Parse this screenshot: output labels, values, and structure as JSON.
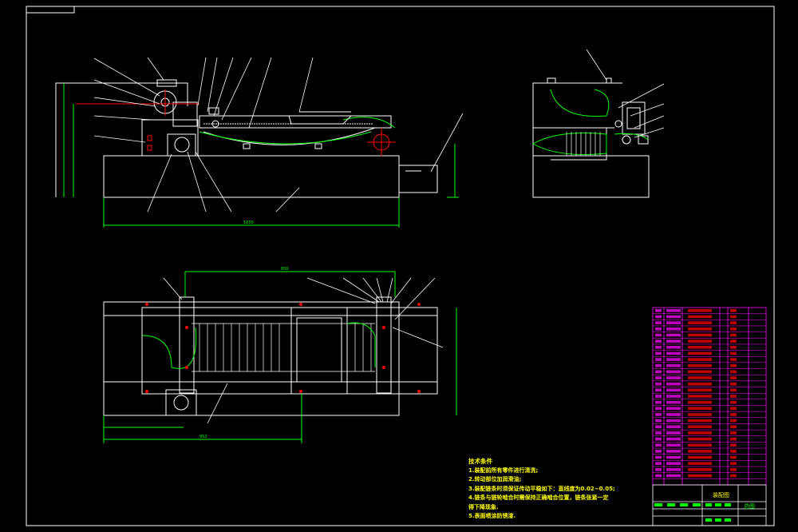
{
  "drawing": {
    "assembly_title": "装配图",
    "block_name": "总图"
  },
  "technical_notes": {
    "title": "技术条件",
    "items": [
      "1.装配前所有零件进行清洗;",
      "2.转动部位加润滑油;",
      "3.装配链条时须保证传动平稳如下：直线度为0.02~0.05;",
      "4.链条与链轮啮合时需保持正确啮合位置，链条张紧一定",
      "得下降现象.",
      "5.表面喷涂防锈漆."
    ]
  },
  "dimensions": {
    "front_total_length": "1650",
    "plan_center_distance": "850",
    "plan_bottom_length": "952"
  },
  "colors": {
    "background": "#000000",
    "frame": "#ffffff",
    "dimension": "#00ff00",
    "leader": "#ffffff",
    "hidden": "#00ff00",
    "section": "#ff0000",
    "centerline": "#ff0000",
    "title_block": "#ff00ff",
    "text": "#ffff00",
    "pink_line": "#ff66ff"
  }
}
